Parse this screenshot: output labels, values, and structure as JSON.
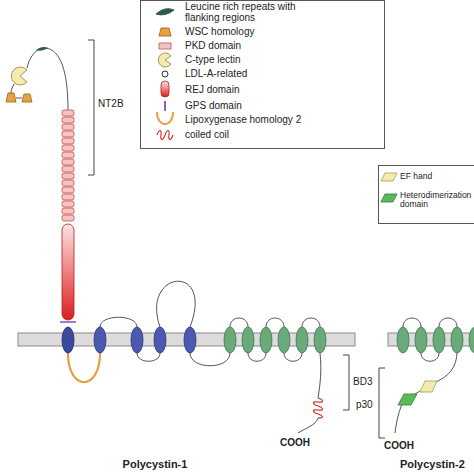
{
  "diagram": {
    "labels": [
      "NT2B",
      "BD3",
      "COOH",
      "Polycystin-1",
      "p30",
      "COOH",
      "Polycystin-2"
    ],
    "legend": [
      {
        "text": "Leucine rich repeats with flanking regions"
      },
      {
        "text": "WSC homology"
      },
      {
        "text": "PKD domain"
      },
      {
        "text": "C-type lectin"
      },
      {
        "text": "LDL-A-related"
      },
      {
        "text": "REJ domain"
      },
      {
        "text": "GPS domain"
      },
      {
        "text": "Lipoxygenase homology 2"
      },
      {
        "text": "coiled coil"
      },
      {
        "text": "EF hand"
      },
      {
        "text": "Heterodimerization domain"
      }
    ]
  }
}
